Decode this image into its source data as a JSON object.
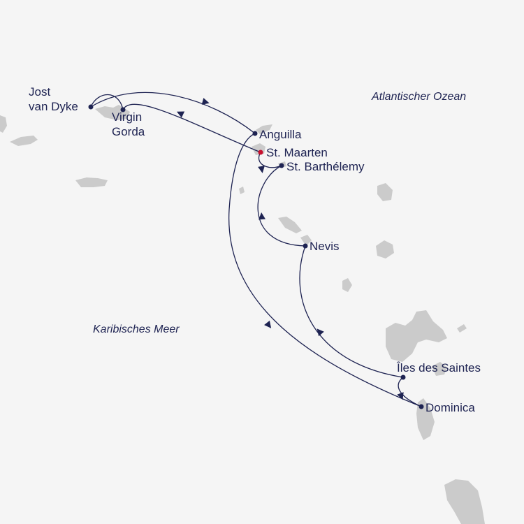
{
  "seas": {
    "atlantic": "Atlantischer Ozean",
    "caribbean": "Karibisches Meer"
  },
  "ports": {
    "jost_line1": "Jost",
    "jost_line2": "van Dyke",
    "virgin_line1": "Virgin",
    "virgin_line2": "Gorda",
    "anguilla": "Anguilla",
    "st_maarten": "St. Maarten",
    "st_barth": "St. Barthélemy",
    "nevis": "Nevis",
    "saintes": "Îles des Saintes",
    "dominica": "Dominica"
  },
  "colors": {
    "route": "#1e2352",
    "start_port": "#c8102e",
    "land": "#cbcbcb",
    "water": "#f5f5f5"
  }
}
